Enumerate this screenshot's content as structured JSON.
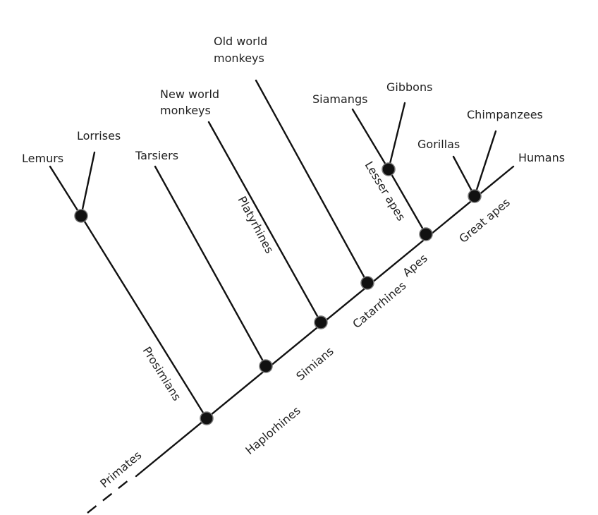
{
  "diagram": {
    "type": "cladogram",
    "leaves": {
      "lemurs": "Lemurs",
      "lorrises": "Lorrises",
      "tarsiers": "Tarsiers",
      "new_world_1": "New world",
      "new_world_2": "monkeys",
      "old_world_1": "Old world",
      "old_world_2": "monkeys",
      "siamangs": "Siamangs",
      "gibbons": "Gibbons",
      "gorillas": "Gorillas",
      "chimpanzees": "Chimpanzees",
      "humans": "Humans"
    },
    "clades": {
      "primates": "Primates",
      "prosimians": "Prosimians",
      "haplorhines": "Haplorhines",
      "simians": "Simians",
      "platyrrhines": "Platyrhines",
      "catarrhines": "Catarrhines",
      "apes": "Apes",
      "lesser_apes": "Lesser apes",
      "great_apes": "Great apes"
    }
  }
}
